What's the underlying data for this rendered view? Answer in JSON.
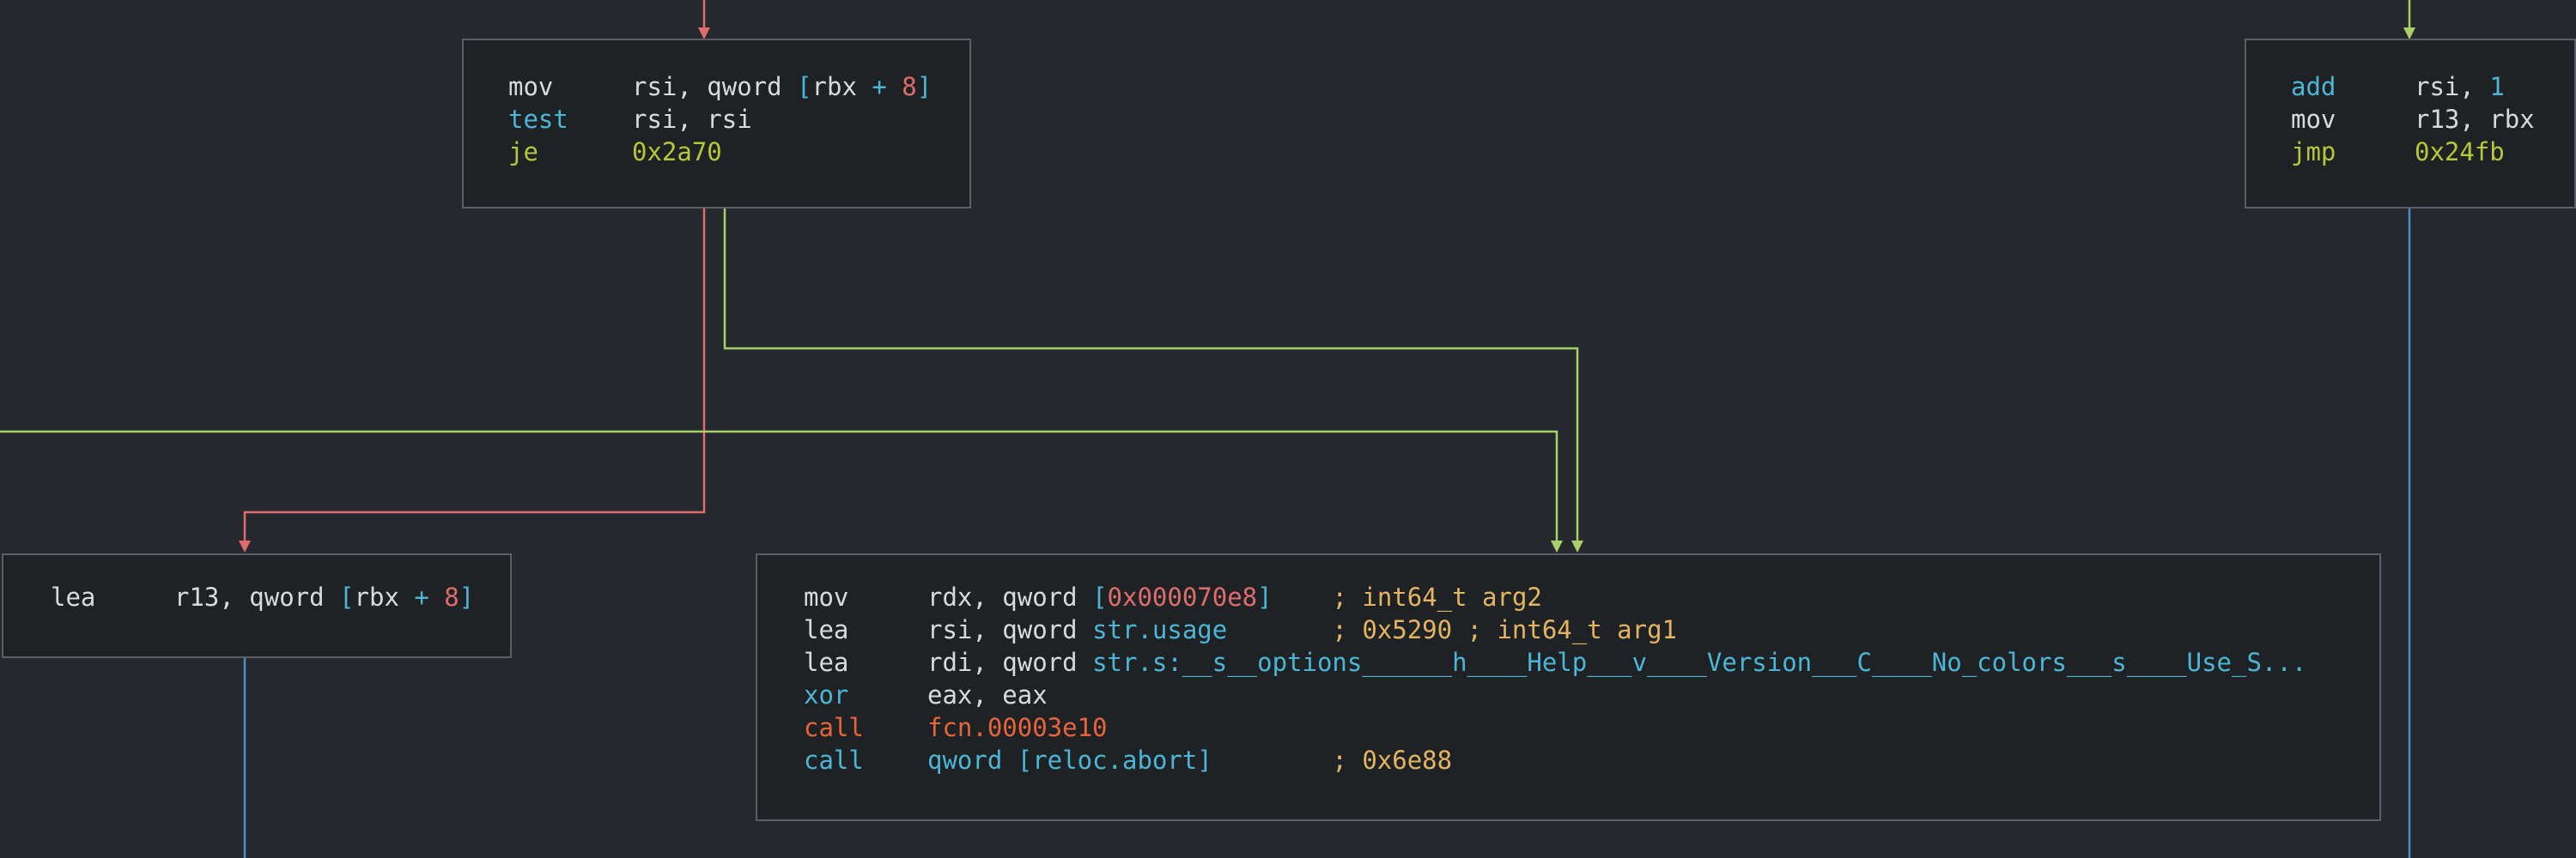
{
  "colors": {
    "background": "#25282c",
    "block_bg": "#1f2225",
    "block_border": "#5b5f64",
    "edge_false": "#e06c6c",
    "edge_true": "#a8cf6a",
    "edge_plain": "#4a8fc4",
    "mnemonic_default": "#d8dadc",
    "mnemonic_test": "#4bb6d6",
    "mnemonic_jump": "#b7c63a",
    "mnemonic_call": "#e8643a",
    "register": "#d8dadc",
    "bracket": "#4bb6d6",
    "immediate": "#e06c6c",
    "comment": "#e3b462",
    "symbol": "#4bb6d6"
  },
  "blocks": [
    {
      "id": "block-test-rsi",
      "lines": [
        {
          "mnemonic": "mov",
          "mnemonic_color": "default",
          "parts": [
            {
              "t": "rsi, qword ",
              "c": "default"
            },
            {
              "t": "[",
              "c": "cyan"
            },
            {
              "t": "rbx ",
              "c": "default"
            },
            {
              "t": "+",
              "c": "cyan"
            },
            {
              "t": " 8",
              "c": "red"
            },
            {
              "t": "]",
              "c": "cyan"
            }
          ]
        },
        {
          "mnemonic": "test",
          "mnemonic_color": "cyan",
          "parts": [
            {
              "t": "rsi, rsi",
              "c": "default"
            }
          ]
        },
        {
          "mnemonic": "je",
          "mnemonic_color": "yellow",
          "parts": [
            {
              "t": "0x2a70",
              "c": "yellow"
            }
          ]
        }
      ]
    },
    {
      "id": "block-add-rsi",
      "lines": [
        {
          "mnemonic": "add",
          "mnemonic_color": "cyan",
          "parts": [
            {
              "t": "rsi, ",
              "c": "default"
            },
            {
              "t": "1",
              "c": "cyan"
            }
          ]
        },
        {
          "mnemonic": "mov",
          "mnemonic_color": "default",
          "parts": [
            {
              "t": "r13, rbx",
              "c": "default"
            }
          ]
        },
        {
          "mnemonic": "jmp",
          "mnemonic_color": "yellow",
          "parts": [
            {
              "t": "0x24fb",
              "c": "yellow"
            }
          ]
        }
      ]
    },
    {
      "id": "block-lea-r13",
      "lines": [
        {
          "mnemonic": "lea",
          "mnemonic_color": "default",
          "parts": [
            {
              "t": "r13, qword ",
              "c": "default"
            },
            {
              "t": "[",
              "c": "cyan"
            },
            {
              "t": "rbx ",
              "c": "default"
            },
            {
              "t": "+",
              "c": "cyan"
            },
            {
              "t": " 8",
              "c": "red"
            },
            {
              "t": "]",
              "c": "cyan"
            }
          ]
        }
      ]
    },
    {
      "id": "block-usage",
      "lines": [
        {
          "mnemonic": "mov",
          "mnemonic_color": "default",
          "parts": [
            {
              "t": "rdx, qword ",
              "c": "default"
            },
            {
              "t": "[",
              "c": "cyan"
            },
            {
              "t": "0x000070e8",
              "c": "red"
            },
            {
              "t": "]",
              "c": "cyan"
            },
            {
              "t": "    ; int64_t arg2",
              "c": "gold"
            }
          ]
        },
        {
          "mnemonic": "lea",
          "mnemonic_color": "default",
          "parts": [
            {
              "t": "rsi, qword ",
              "c": "default"
            },
            {
              "t": "str.usage",
              "c": "cyan"
            },
            {
              "t": "       ; 0x5290 ; int64_t arg1",
              "c": "gold"
            }
          ]
        },
        {
          "mnemonic": "lea",
          "mnemonic_color": "default",
          "parts": [
            {
              "t": "rdi, qword ",
              "c": "default"
            },
            {
              "t": "str.s:__s__options______h____Help___v____Version___C____No_colors___s____Use_S...",
              "c": "cyan"
            }
          ]
        },
        {
          "mnemonic": "xor",
          "mnemonic_color": "cyan",
          "parts": [
            {
              "t": "eax, eax",
              "c": "default"
            }
          ]
        },
        {
          "mnemonic": "call",
          "mnemonic_color": "orange",
          "parts": [
            {
              "t": "fcn.00003e10",
              "c": "orange"
            }
          ]
        },
        {
          "mnemonic": "call",
          "mnemonic_color": "cyan",
          "parts": [
            {
              "t": "qword ",
              "c": "cyan"
            },
            {
              "t": "[reloc.abort]",
              "c": "cyan"
            },
            {
              "t": "        ; 0x6e88",
              "c": "gold"
            }
          ]
        }
      ]
    }
  ]
}
